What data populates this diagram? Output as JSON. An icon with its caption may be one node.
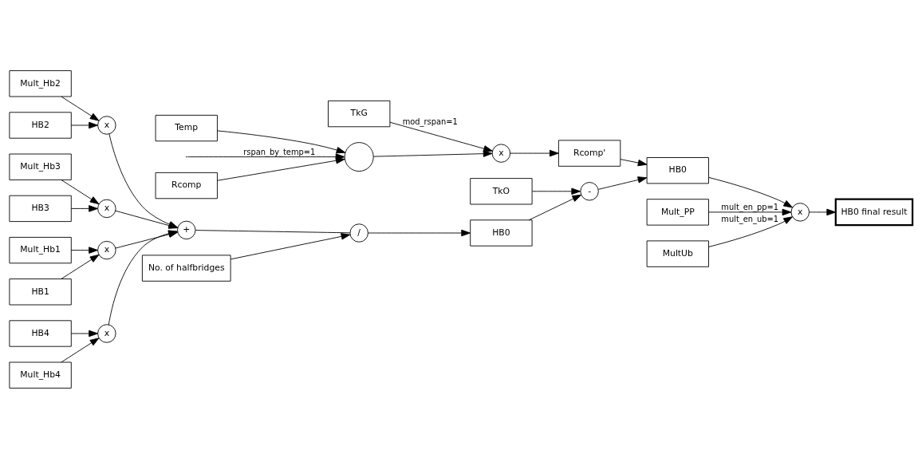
{
  "diagram": {
    "nodes": [
      {
        "text": [
          "Mult_Hb1"
        ]
      },
      {
        "text": [
          "HB1"
        ]
      },
      {
        "text": [
          "x"
        ]
      },
      {
        "text": [
          "Mult_Hb2"
        ]
      },
      {
        "text": [
          "HB2"
        ]
      },
      {
        "text": [
          "x"
        ]
      },
      {
        "text": [
          "Mult_Hb3"
        ]
      },
      {
        "text": [
          "HB3"
        ]
      },
      {
        "text": [
          "x"
        ]
      },
      {
        "text": [
          "Mult_Hb4"
        ]
      },
      {
        "text": [
          "HB4"
        ]
      },
      {
        "text": [
          "x"
        ]
      },
      {
        "text": [
          "+"
        ]
      },
      {
        "text": [
          "/"
        ]
      },
      {
        "text": [
          "No. of halfbridges"
        ]
      },
      {
        "text": [
          "HB0"
        ]
      },
      {
        "text": [
          "TkO"
        ]
      },
      {
        "text": [
          "-"
        ]
      },
      {
        "text": [
          "HB0"
        ]
      },
      {
        "text": [
          "x"
        ]
      },
      {
        "text": [
          "HB0 final result"
        ]
      },
      {
        "text": [
          "TkG"
        ]
      },
      {
        "text": [
          "Rcomp"
        ]
      },
      {
        "text": [
          "Temp"
        ]
      },
      {
        "text": [],
        "shape": "circle"
      },
      {
        "text": [
          "x"
        ]
      },
      {
        "text": [
          "Rcomp'"
        ]
      },
      {
        "text": [
          "Mult_PP"
        ]
      },
      {
        "text": [
          "MultUb"
        ]
      }
    ],
    "edges": [
      {
        "from": 1,
        "to": 2,
        "arrow": "to"
      },
      {
        "from": 0,
        "to": 2,
        "arrow": "to"
      },
      {
        "from": 4,
        "to": 5,
        "arrow": "to"
      },
      {
        "from": 3,
        "to": 5,
        "arrow": "to"
      },
      {
        "from": 7,
        "to": 8,
        "arrow": "to"
      },
      {
        "from": 6,
        "to": 8,
        "arrow": "to"
      },
      {
        "from": 10,
        "to": 11,
        "arrow": "to"
      },
      {
        "from": 9,
        "to": 11,
        "arrow": "to"
      },
      {
        "from": 2,
        "to": 12,
        "arrow": "to"
      },
      {
        "from": 5,
        "to": 12,
        "arrow": "to"
      },
      {
        "from": 8,
        "to": 12,
        "arrow": "to"
      },
      {
        "from": 11,
        "to": 12,
        "arrow": "to"
      },
      {
        "from": 12,
        "to": 13,
        "arrow": "none"
      },
      {
        "from": 14,
        "to": 13,
        "arrow": "to"
      },
      {
        "from": 13,
        "to": 15,
        "arrow": "to"
      },
      {
        "from": 15,
        "to": 17,
        "arrow": "to"
      },
      {
        "from": 16,
        "to": 17,
        "arrow": "to"
      },
      {
        "from": 17,
        "to": 18,
        "arrow": "to"
      },
      {
        "from": 18,
        "to": 19,
        "arrow": "to"
      },
      {
        "from": 19,
        "to": 20,
        "arrow": "to"
      },
      {
        "from": 22,
        "to": 24,
        "arrow": "to"
      },
      {
        "from": 23,
        "to": 24,
        "arrow": "to"
      },
      {
        "from": null,
        "to": 24,
        "arrow": "to",
        "label": "rspan_by_temp=1"
      },
      {
        "from": 24,
        "to": 25,
        "arrow": "to"
      },
      {
        "from": 21,
        "to": 25,
        "arrow": "to",
        "label": "mod_rspan=1"
      },
      {
        "from": 25,
        "to": 26,
        "arrow": "to"
      },
      {
        "from": 26,
        "to": 18,
        "arrow": "to"
      },
      {
        "from": 27,
        "to": 19,
        "arrow": "to",
        "label": "mult_en_pp=1"
      },
      {
        "from": 28,
        "to": 19,
        "arrow": "to",
        "label": "mult_en_ub=1"
      }
    ]
  }
}
